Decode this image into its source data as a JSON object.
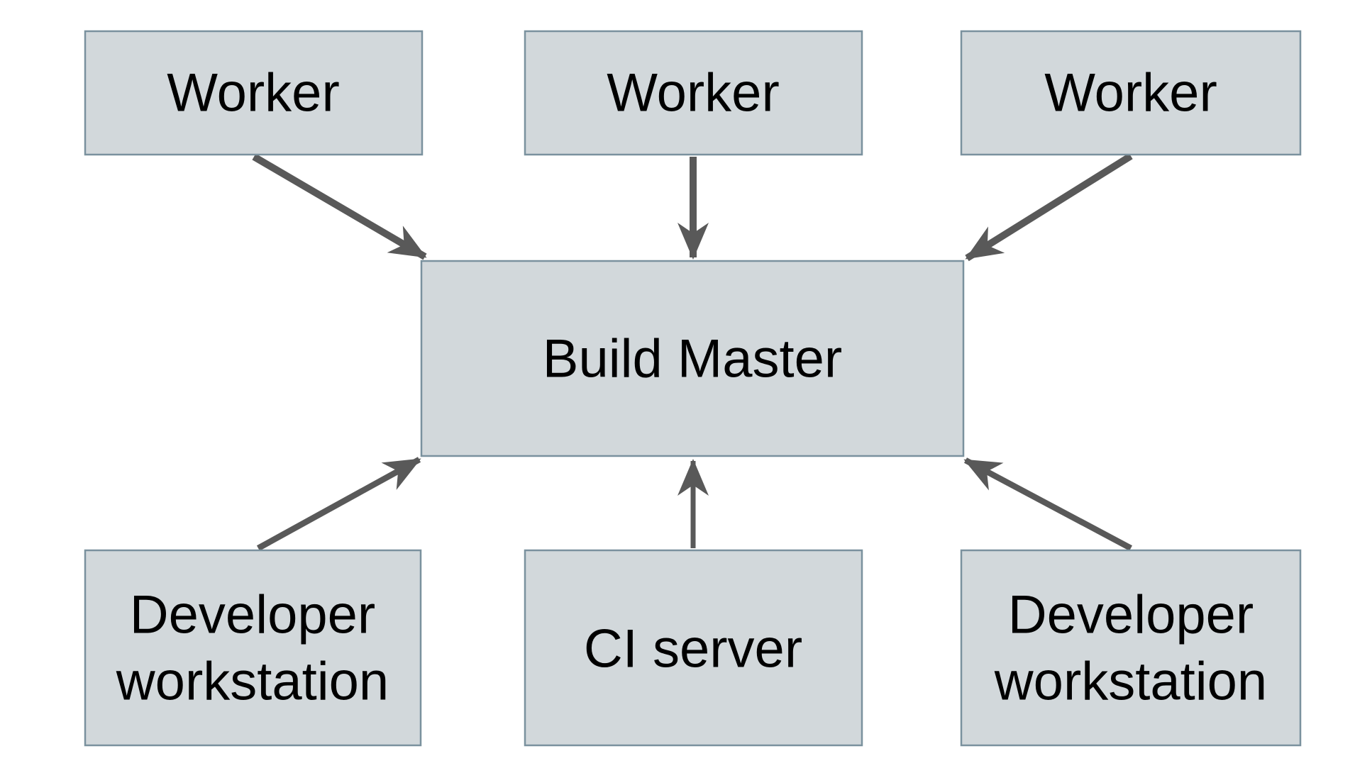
{
  "diagram": {
    "description": "Distributed build system diagram: three Worker nodes, two Developer workstations and a CI server all send work to a central Build Master",
    "nodes": {
      "worker_top_left": {
        "label": "Worker"
      },
      "worker_top_middle": {
        "label": "Worker"
      },
      "worker_top_right": {
        "label": "Worker"
      },
      "build_master": {
        "label": "Build Master"
      },
      "developer_workstation_left": {
        "label_lines": [
          "Developer",
          "workstation"
        ]
      },
      "ci_server": {
        "label": "CI server"
      },
      "developer_workstation_right": {
        "label_lines": [
          "Developer",
          "workstation"
        ]
      }
    },
    "edges": [
      {
        "from": "worker_top_left",
        "to": "build_master",
        "direction": "into-top-left-corner"
      },
      {
        "from": "worker_top_middle",
        "to": "build_master",
        "direction": "into-top-edge"
      },
      {
        "from": "worker_top_right",
        "to": "build_master",
        "direction": "into-top-right-corner"
      },
      {
        "from": "developer_workstation_left",
        "to": "build_master",
        "direction": "into-bottom-left-corner"
      },
      {
        "from": "ci_server",
        "to": "build_master",
        "direction": "into-bottom-edge"
      },
      {
        "from": "developer_workstation_right",
        "to": "build_master",
        "direction": "into-bottom-right-corner"
      }
    ],
    "colors": {
      "node_fill": "#d2d8db",
      "node_border": "#7a919e",
      "arrow": "#595959",
      "text": "#000000",
      "background": "#ffffff"
    }
  }
}
